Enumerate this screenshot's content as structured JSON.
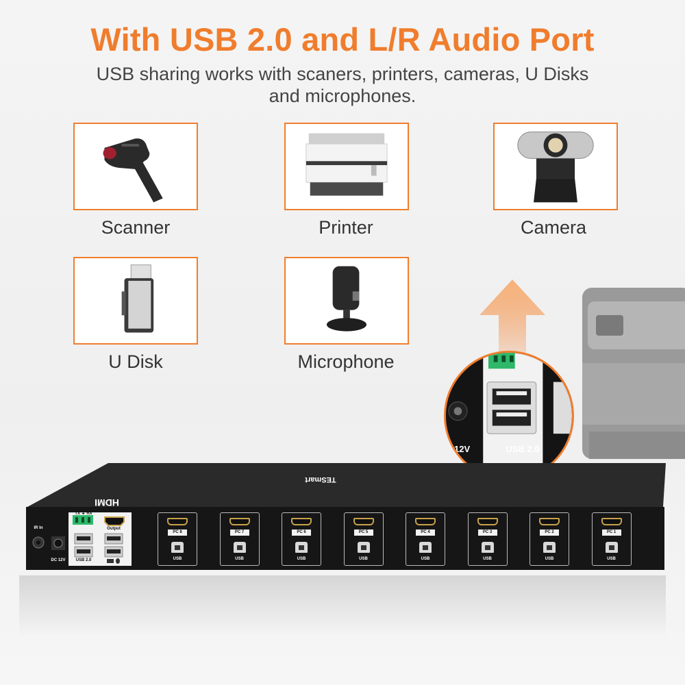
{
  "header": {
    "title": "With USB 2.0 and L/R Audio Port",
    "subtitle": "USB sharing works with scaners, printers, cameras, U Disks and microphones."
  },
  "devices": [
    {
      "name": "scanner",
      "label": "Scanner"
    },
    {
      "name": "printer",
      "label": "Printer"
    },
    {
      "name": "camera",
      "label": "Camera"
    },
    {
      "name": "u-disk",
      "label": "U Disk"
    },
    {
      "name": "microphone",
      "label": "Microphone"
    }
  ],
  "zoom": {
    "port_label": "USB 2.0",
    "power_label": "12V"
  },
  "kvm": {
    "brand": "TESmart",
    "hdmi_logo": "HDMI",
    "ir_label": "IR In",
    "dc_label": "DC 12V",
    "txrx_label": "TX ⏚ RX",
    "output_label": "Output",
    "usb_label": "USB 2.0",
    "ports": [
      {
        "pc": "PC 8",
        "usb": "USB"
      },
      {
        "pc": "PC 7",
        "usb": "USB"
      },
      {
        "pc": "PC 6",
        "usb": "USB"
      },
      {
        "pc": "PC 5",
        "usb": "USB"
      },
      {
        "pc": "PC 4",
        "usb": "USB"
      },
      {
        "pc": "PC 3",
        "usb": "USB"
      },
      {
        "pc": "PC 2",
        "usb": "USB"
      },
      {
        "pc": "PC 1",
        "usb": "USB"
      }
    ]
  },
  "colors": {
    "accent": "#f07d2d",
    "text": "#333333",
    "device": "#1a1a1a"
  }
}
